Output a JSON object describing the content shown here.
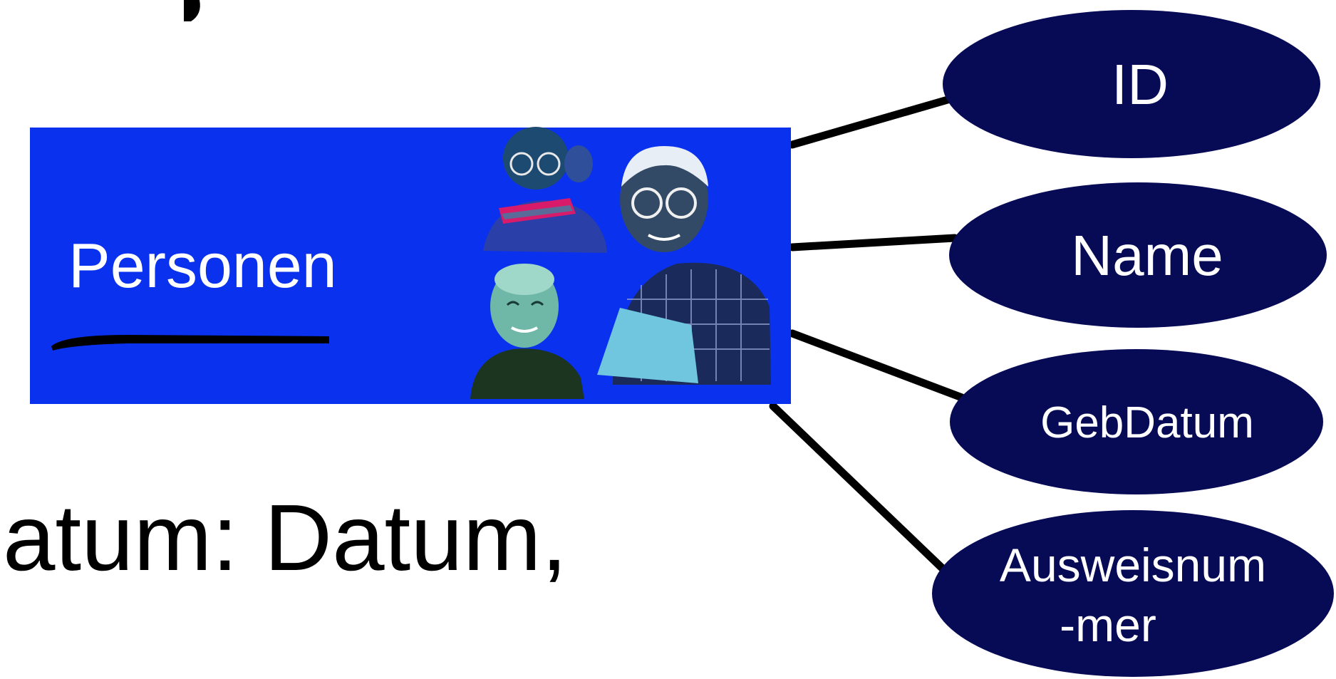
{
  "entity": {
    "label": "Personen",
    "box_color": "#0a32ee",
    "text_color": "#ffffff",
    "image_description_icon": "people-photo-collage-icon"
  },
  "attributes": [
    {
      "label": "ID"
    },
    {
      "label": "Name"
    },
    {
      "label": "GebDatum"
    },
    {
      "label": "Ausweisnum",
      "label_line2": "-mer"
    }
  ],
  "attribute_color": "#070a55",
  "background_text": "atum: Datum,",
  "connector_color": "#000000"
}
